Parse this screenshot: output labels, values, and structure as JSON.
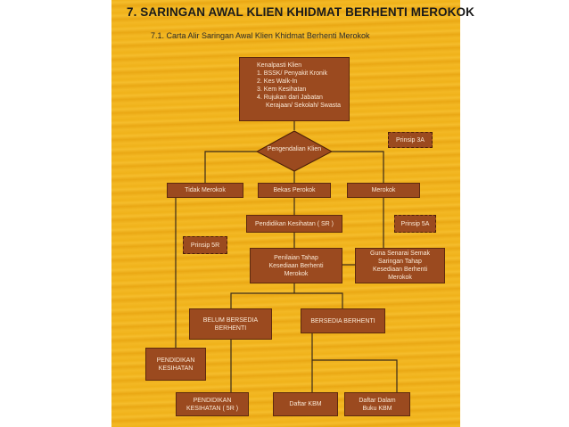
{
  "title": "7. SARINGAN AWAL KLIEN KHIDMAT BERHENTI MEROKOK",
  "subtitle": "7.1. Carta Alir Saringan Awal Klien Khidmat Berhenti Merokok",
  "nodes": {
    "start": {
      "lines": [
        "Kenalpasti Klien",
        "1. BSSK/ Penyakit Kronik",
        "2. Kes Walk-In",
        "3. Kem Kesihatan",
        "4. Rujukan dari Jabatan",
        "Kerajaan/ Sekolah/ Swasta"
      ]
    },
    "decision": "Pengendalian Klien",
    "prinsip_3a": "Prinsip 3A",
    "tidak_merokok": "Tidak Merokok",
    "bekas_perokok": "Bekas Perokok",
    "merokok": "Merokok",
    "pendidikan_sr": "Pendidikan Kesihatan ( SR )",
    "prinsip_5a": "Prinsip 5A",
    "prinsip_5r": "Prinsip 5R",
    "penilaian": "Penilaian Tahap Kesediaan Berhenti Merokok",
    "guna_senarai": "Guna Senarai Semak Saringan Tahap Kesediaan Berhenti Merokok",
    "belum_bersedia": "BELUM BERSEDIA BERHENTI",
    "bersedia": "BERSEDIA BERHENTI",
    "pendidikan_kesihatan": "PENDIDIKAN KESIHATAN",
    "pendidikan_kesihatan_sr": "PENDIDIKAN KESIHATAN ( 5R )",
    "daftar_kbm": "Daftar KBM",
    "daftar_buku_kbm": "Daftar Dalam Buku KBM"
  },
  "colors": {
    "panel": "#f0b21a",
    "box": "#9b4a1f",
    "box_text": "#fbe9d6",
    "line": "#3a2a1a"
  }
}
